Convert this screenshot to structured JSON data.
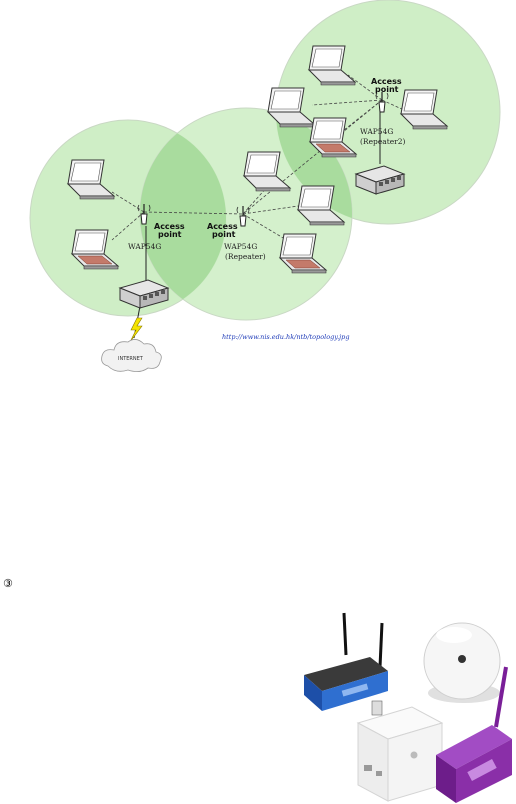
{
  "diagram": {
    "access_points": [
      {
        "label_line1": "Access",
        "label_line2": "point",
        "model": "WAP54G",
        "role": ""
      },
      {
        "label_line1": "Access",
        "label_line2": "point",
        "model": "WAP54G",
        "role": "(Repeater)"
      },
      {
        "label_line1": "Access",
        "label_line2": "point",
        "model": "WAP54G",
        "role": "(Repeater2)"
      }
    ],
    "cloud_label": "INTERNET",
    "source_url": "http://www.nis.edu.hk/ntb/topology.jpg"
  },
  "list_marker": "③",
  "colors": {
    "coverage_fill": "#cfeec6",
    "coverage_overlap": "#a9dc9e",
    "url_blue": "#1e3bb8",
    "router_blue": "#2f6fd0",
    "router_purple": "#8a2fa8"
  },
  "icons": [
    "laptop-icon",
    "antenna-icon",
    "network-switch-icon",
    "lightning-icon",
    "cloud-icon",
    "wireless-router-photo"
  ]
}
